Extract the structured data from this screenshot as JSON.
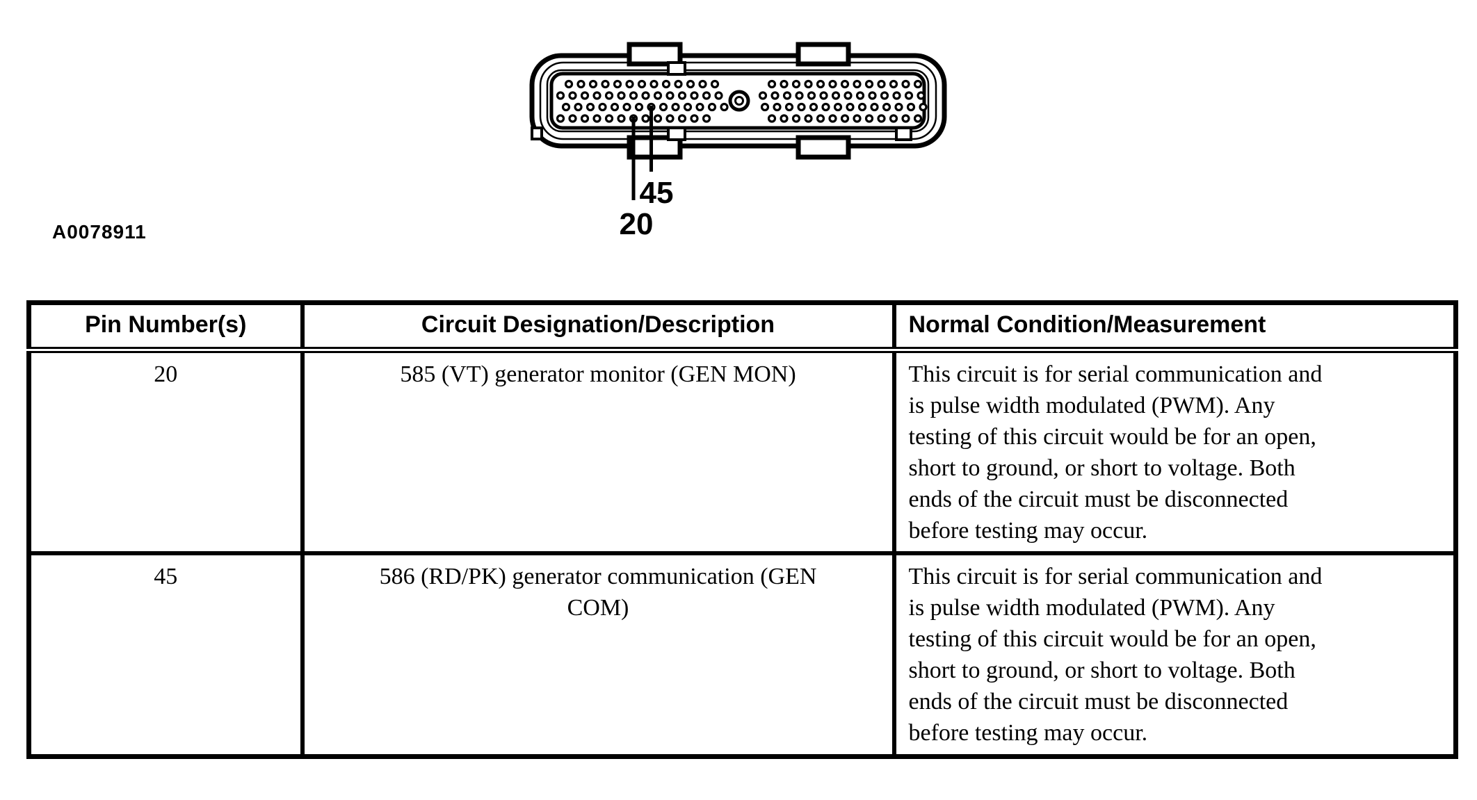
{
  "colors": {
    "ink": "#000000",
    "paper": "#ffffff"
  },
  "figure": {
    "figure_id": "A0078911",
    "description": "104-pin PCM connector face view",
    "callouts": [
      {
        "label": "45"
      },
      {
        "label": "20"
      }
    ],
    "connector": {
      "pin_radius": 4.5,
      "step": 17.5,
      "pin_rows": [
        {
          "y": 121.0,
          "left_start": 818,
          "left_count": 13,
          "right_start": 1110,
          "right_count": 13
        },
        {
          "y": 137.5,
          "left_start": 806,
          "left_count": 14,
          "right_start": 1097,
          "right_count": 14
        },
        {
          "y": 154.0,
          "left_start": 814,
          "left_count": 14,
          "right_start": 1100,
          "right_count": 14
        },
        {
          "y": 170.5,
          "left_start": 806,
          "left_count": 13,
          "right_start": 1110,
          "right_count": 13
        }
      ]
    }
  },
  "table": {
    "headers": [
      "Pin Number(s)",
      "Circuit Designation/Description",
      "Normal Condition/Measurement"
    ],
    "rows": [
      {
        "pin": "20",
        "circuit": [
          "585 (VT) generator monitor (GEN MON)"
        ],
        "condition": [
          "This circuit is for serial communication and",
          "is pulse width modulated (PWM). Any",
          "testing of this circuit would be for an open,",
          "short to ground, or short to voltage. Both",
          "ends of the circuit must be disconnected",
          "before testing may occur."
        ]
      },
      {
        "pin": "45",
        "circuit": [
          "586 (RD/PK) generator communication (GEN",
          "COM)"
        ],
        "condition": [
          "This circuit is for serial communication and",
          "is pulse width modulated (PWM). Any",
          "testing of this circuit would be for an open,",
          "short to ground, or short to voltage. Both",
          "ends of the circuit must be disconnected",
          "before testing may occur."
        ]
      }
    ]
  }
}
